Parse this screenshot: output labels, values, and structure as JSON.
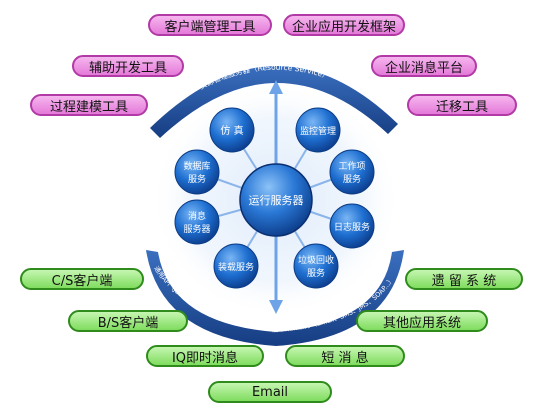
{
  "top_tools": {
    "client_tools": "客户端管理工具",
    "enterprise_framework": "企业应用开发框架",
    "dev_aid_tools": "辅助开发工具",
    "message_platform": "企业消息平台",
    "process_modeling": "过程建模工具",
    "migration_tools": "迁移工具"
  },
  "arcs": {
    "resource_service": "资源管理服务器（Resource Service）",
    "general_api": "通用API（Java、VB、Delphi、PB...）",
    "message_integration": "消息集成服务（Email、SMS、JMS、SOAP...）"
  },
  "hub": {
    "center": "运行服务器",
    "nodes": {
      "simulation": "仿 真",
      "monitoring": "监控管理",
      "database_l1": "数据库",
      "database_l2": "服务",
      "workitem_l1": "工作项",
      "workitem_l2": "服务",
      "message_l1": "消息",
      "message_l2": "服务器",
      "log": "日志服务",
      "loading": "装载服务",
      "gc_l1": "垃圾回收",
      "gc_l2": "服务"
    }
  },
  "bottom": {
    "cs_client": "C/S客户端",
    "legacy_system": "遗 留 系 统",
    "bs_client": "B/S客户端",
    "other_apps": "其他应用系统",
    "iq_im": "IQ即时消息",
    "sms": "短 消 息",
    "email": "Email"
  },
  "colors": {
    "pink_fill": "#ec92e3",
    "green_fill": "#9fe886",
    "arc_blue": "#1f4fa2",
    "node_blue": "#1e6fd1"
  }
}
